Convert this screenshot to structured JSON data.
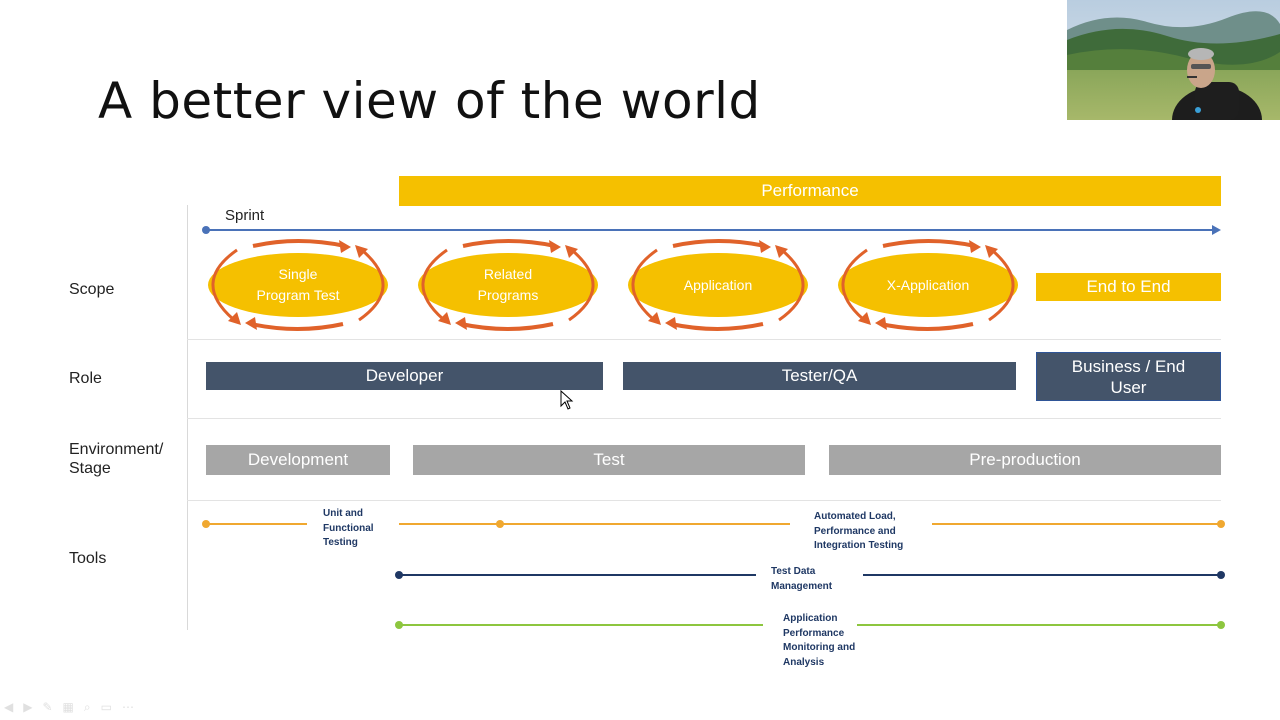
{
  "slide": {
    "title": "A better view of the world"
  },
  "performance": {
    "label": "Performance"
  },
  "rows": {
    "scope": "Scope",
    "role": "Role",
    "environment_line1": "Environment/",
    "environment_line2": "Stage",
    "tools": "Tools"
  },
  "sprint": {
    "label": "Sprint"
  },
  "scope_items": [
    {
      "line1": "Single",
      "line2": "Program Test"
    },
    {
      "line1": "Related",
      "line2": "Programs"
    },
    {
      "line1": "Application",
      "line2": ""
    },
    {
      "line1": "X-Application",
      "line2": ""
    }
  ],
  "end_to_end": {
    "label": "End to End"
  },
  "roles": {
    "developer": "Developer",
    "tester": "Tester/QA",
    "business_line1": "Business / End",
    "business_line2": "User"
  },
  "environments": {
    "development": "Development",
    "test": "Test",
    "preproduction": "Pre-production"
  },
  "tools": {
    "unit": [
      "Unit and",
      "Functional",
      "Testing"
    ],
    "automated": [
      "Automated Load,",
      "Performance and",
      "Integration Testing"
    ],
    "tdm": [
      "Test Data",
      "Management"
    ],
    "apm": [
      "Application",
      "Performance",
      "Monitoring and",
      "Analysis"
    ]
  },
  "colors": {
    "yellow": "#f5c000",
    "orange_arrows": "#e0622a",
    "role_blue": "#44546a",
    "env_gray": "#a6a6a6",
    "tool_orange": "#f0a830",
    "tool_navy": "#1f3864",
    "tool_green": "#8dc63f",
    "sprint_blue": "#4a72b8"
  }
}
